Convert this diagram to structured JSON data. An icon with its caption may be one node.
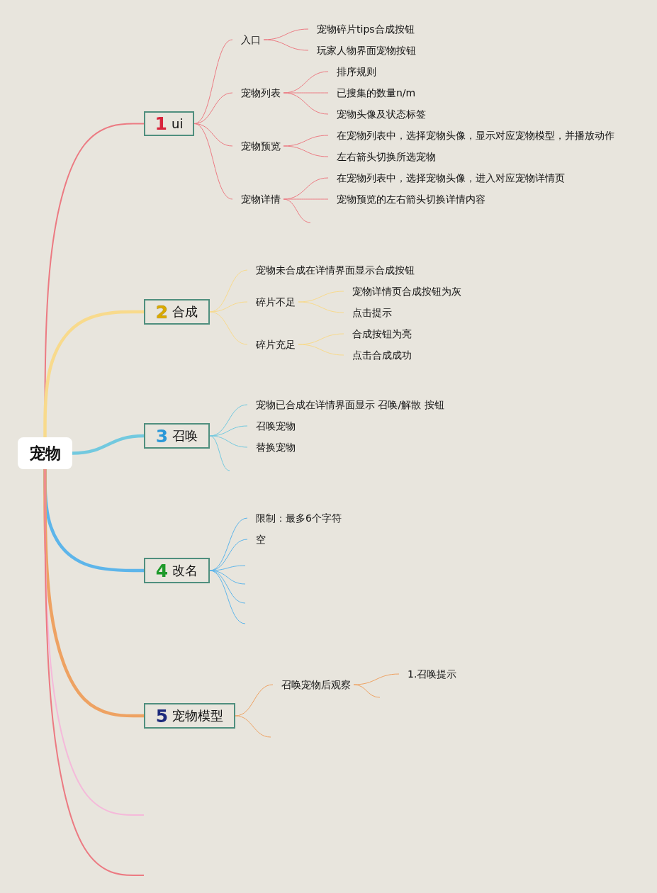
{
  "diagram": {
    "nodes": [
      {
        "text": [
          "宠物"
        ]
      },
      {
        "text": [
          "1",
          "ui"
        ]
      },
      {
        "text": [
          "入口"
        ]
      },
      {
        "text": [
          "宠物碎片tips合成按钮"
        ]
      },
      {
        "text": [
          "玩家人物界面宠物按钮"
        ]
      },
      {
        "text": [
          "宠物列表"
        ]
      },
      {
        "text": [
          "排序规则"
        ]
      },
      {
        "text": [
          "已搜集的数量n/m"
        ]
      },
      {
        "text": [
          "宠物头像及状态标签"
        ]
      },
      {
        "text": [
          "宠物预览"
        ]
      },
      {
        "text": [
          "在宠物列表中，选择宠物头像，显示对应宠物模型，并播放动作"
        ]
      },
      {
        "text": [
          "左右箭头切换所选宠物"
        ]
      },
      {
        "text": [
          "宠物详情"
        ]
      },
      {
        "text": [
          "在宠物列表中，选择宠物头像，进入对应宠物详情页"
        ]
      },
      {
        "text": [
          "宠物预览的左右箭头切换详情内容"
        ]
      },
      {
        "text": [
          "2",
          "合成"
        ]
      },
      {
        "text": [
          "宠物未合成在详情界面显示合成按钮"
        ]
      },
      {
        "text": [
          "碎片不足"
        ]
      },
      {
        "text": [
          "宠物详情页合成按钮为灰"
        ]
      },
      {
        "text": [
          "点击提示"
        ]
      },
      {
        "text": [
          "碎片充足"
        ]
      },
      {
        "text": [
          "合成按钮为亮"
        ]
      },
      {
        "text": [
          "点击合成成功"
        ]
      },
      {
        "text": [
          "3",
          "召唤"
        ]
      },
      {
        "text": [
          "宠物已合成在详情界面显示 召唤/解散 按钮"
        ]
      },
      {
        "text": [
          "召唤宠物"
        ]
      },
      {
        "text": [
          "替换宠物"
        ]
      },
      {
        "text": [
          "4",
          "改名"
        ]
      },
      {
        "text": [
          "限制：最多6个字符"
        ]
      },
      {
        "text": [
          "空"
        ]
      },
      {
        "text": [
          "5",
          "宠物模型"
        ]
      },
      {
        "text": [
          "召唤宠物后观察"
        ]
      },
      {
        "text": [
          "1.召唤提示"
        ]
      }
    ],
    "edges": [
      {
        "from": 0,
        "to": 1,
        "arrow": "none"
      },
      {
        "from": 0,
        "to": 15,
        "arrow": "none",
        "style": "thick",
        "color": "#f8da8c"
      },
      {
        "from": 0,
        "to": 23,
        "arrow": "none",
        "style": "thick",
        "color": "#72c9df"
      },
      {
        "from": 0,
        "to": 27,
        "arrow": "none",
        "style": "thick",
        "color": "#5db5ea"
      },
      {
        "from": 0,
        "to": 30,
        "arrow": "none",
        "style": "thick",
        "color": "#eea262"
      },
      {
        "from": 0,
        "to": null,
        "arrow": "none",
        "color": "#f5b9da"
      },
      {
        "from": 0,
        "to": null,
        "arrow": "none"
      },
      {
        "from": 1,
        "to": 2,
        "arrow": "none"
      },
      {
        "from": 2,
        "to": 3,
        "arrow": "none"
      },
      {
        "from": 2,
        "to": 4,
        "arrow": "none"
      },
      {
        "from": 1,
        "to": 5,
        "arrow": "none"
      },
      {
        "from": 5,
        "to": 6,
        "arrow": "none"
      },
      {
        "from": 5,
        "to": 7,
        "arrow": "none"
      },
      {
        "from": 5,
        "to": 8,
        "arrow": "none"
      },
      {
        "from": 1,
        "to": 9,
        "arrow": "none"
      },
      {
        "from": 9,
        "to": 10,
        "arrow": "none"
      },
      {
        "from": 9,
        "to": 11,
        "arrow": "none"
      },
      {
        "from": 1,
        "to": 12,
        "arrow": "none"
      },
      {
        "from": 12,
        "to": 13,
        "arrow": "none"
      },
      {
        "from": 12,
        "to": 14,
        "arrow": "none"
      },
      {
        "from": 12,
        "to": null,
        "arrow": "none"
      },
      {
        "from": 15,
        "to": 16,
        "arrow": "none",
        "color": "#f8da8c"
      },
      {
        "from": 15,
        "to": 17,
        "arrow": "none",
        "color": "#f8da8c"
      },
      {
        "from": 17,
        "to": 18,
        "arrow": "none",
        "color": "#f8da8c"
      },
      {
        "from": 17,
        "to": 19,
        "arrow": "none",
        "color": "#f8da8c"
      },
      {
        "from": 15,
        "to": 20,
        "arrow": "none",
        "color": "#f8da8c"
      },
      {
        "from": 20,
        "to": 21,
        "arrow": "none",
        "color": "#f8da8c"
      },
      {
        "from": 20,
        "to": 22,
        "arrow": "none",
        "color": "#f8da8c"
      },
      {
        "from": 23,
        "to": 24,
        "arrow": "none",
        "color": "#72c9df"
      },
      {
        "from": 23,
        "to": 25,
        "arrow": "none",
        "color": "#72c9df"
      },
      {
        "from": 23,
        "to": 26,
        "arrow": "none",
        "color": "#72c9df"
      },
      {
        "from": 23,
        "to": null,
        "arrow": "none",
        "color": "#72c9df"
      },
      {
        "from": 27,
        "to": 28,
        "arrow": "none",
        "color": "#5db5ea"
      },
      {
        "from": 27,
        "to": 29,
        "arrow": "none",
        "color": "#5db5ea"
      },
      {
        "from": 27,
        "to": null,
        "arrow": "none",
        "color": "#5db5ea"
      },
      {
        "from": 27,
        "to": null,
        "arrow": "none",
        "color": "#5db5ea"
      },
      {
        "from": 27,
        "to": null,
        "arrow": "none",
        "color": "#5db5ea"
      },
      {
        "from": 27,
        "to": null,
        "arrow": "none",
        "color": "#5db5ea"
      },
      {
        "from": 30,
        "to": 31,
        "arrow": "none",
        "color": "#eea262"
      },
      {
        "from": 31,
        "to": 32,
        "arrow": "none",
        "color": "#eea262"
      },
      {
        "from": 31,
        "to": null,
        "arrow": "none",
        "color": "#eea262"
      },
      {
        "from": 30,
        "to": null,
        "arrow": "none",
        "color": "#eea262"
      }
    ]
  }
}
